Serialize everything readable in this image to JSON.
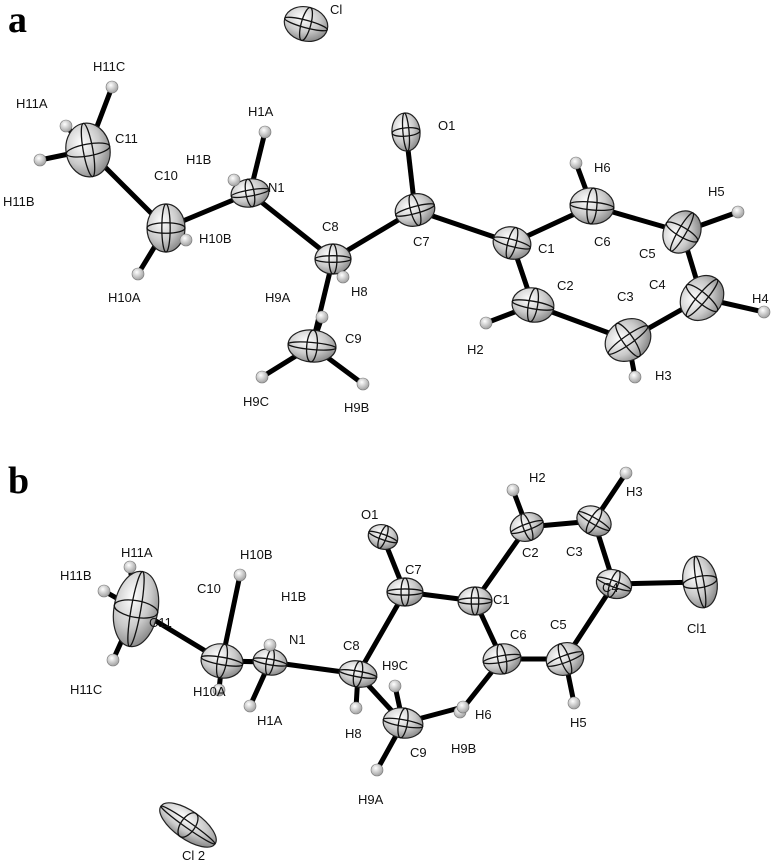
{
  "panels": [
    {
      "label": "a",
      "atoms": [
        {
          "id": "Cl",
          "type": "heavy"
        },
        {
          "id": "O1",
          "type": "heavy"
        },
        {
          "id": "C7",
          "type": "heavy"
        },
        {
          "id": "C1",
          "type": "heavy"
        },
        {
          "id": "C2",
          "type": "heavy"
        },
        {
          "id": "C3",
          "type": "heavy"
        },
        {
          "id": "C4",
          "type": "heavy"
        },
        {
          "id": "C5",
          "type": "heavy"
        },
        {
          "id": "C6",
          "type": "heavy"
        },
        {
          "id": "C8",
          "type": "heavy"
        },
        {
          "id": "C9",
          "type": "heavy"
        },
        {
          "id": "N1",
          "type": "heavy"
        },
        {
          "id": "C10",
          "type": "heavy"
        },
        {
          "id": "C11",
          "type": "heavy"
        },
        {
          "id": "H1A",
          "type": "h"
        },
        {
          "id": "H1B",
          "type": "h"
        },
        {
          "id": "H2",
          "type": "h"
        },
        {
          "id": "H3",
          "type": "h"
        },
        {
          "id": "H4",
          "type": "h"
        },
        {
          "id": "H5",
          "type": "h"
        },
        {
          "id": "H6",
          "type": "h"
        },
        {
          "id": "H8",
          "type": "h"
        },
        {
          "id": "H9A",
          "type": "h"
        },
        {
          "id": "H9B",
          "type": "h"
        },
        {
          "id": "H9C",
          "type": "h"
        },
        {
          "id": "H10A",
          "type": "h"
        },
        {
          "id": "H10B",
          "type": "h"
        },
        {
          "id": "H11A",
          "type": "h"
        },
        {
          "id": "H11B",
          "type": "h"
        },
        {
          "id": "H11C",
          "type": "h"
        }
      ],
      "bonds": [
        [
          "O1",
          "C7"
        ],
        [
          "C7",
          "C1"
        ],
        [
          "C7",
          "C8"
        ],
        [
          "C1",
          "C2"
        ],
        [
          "C2",
          "C3"
        ],
        [
          "C3",
          "C4"
        ],
        [
          "C4",
          "C5"
        ],
        [
          "C5",
          "C6"
        ],
        [
          "C6",
          "C1"
        ],
        [
          "C8",
          "N1"
        ],
        [
          "C8",
          "C9"
        ],
        [
          "N1",
          "C10"
        ],
        [
          "C10",
          "C11"
        ],
        [
          "C2",
          "H2"
        ],
        [
          "C3",
          "H3"
        ],
        [
          "C4",
          "H4"
        ],
        [
          "C5",
          "H5"
        ],
        [
          "C6",
          "H6"
        ],
        [
          "N1",
          "H1A"
        ],
        [
          "N1",
          "H1B"
        ],
        [
          "C9",
          "H9A"
        ],
        [
          "C9",
          "H9B"
        ],
        [
          "C9",
          "H9C"
        ],
        [
          "C10",
          "H10A"
        ],
        [
          "C10",
          "H10B"
        ],
        [
          "C11",
          "H11A"
        ],
        [
          "C11",
          "H11B"
        ],
        [
          "C11",
          "H11C"
        ]
      ]
    },
    {
      "label": "b",
      "atoms": [
        {
          "id": "Cl1",
          "type": "heavy"
        },
        {
          "id": "Cl 2",
          "type": "heavy"
        },
        {
          "id": "O1",
          "type": "heavy"
        },
        {
          "id": "C7",
          "type": "heavy"
        },
        {
          "id": "C1",
          "type": "heavy"
        },
        {
          "id": "C2",
          "type": "heavy"
        },
        {
          "id": "C3",
          "type": "heavy"
        },
        {
          "id": "C4",
          "type": "heavy"
        },
        {
          "id": "C5",
          "type": "heavy"
        },
        {
          "id": "C6",
          "type": "heavy"
        },
        {
          "id": "C8",
          "type": "heavy"
        },
        {
          "id": "C9",
          "type": "heavy"
        },
        {
          "id": "N1",
          "type": "heavy"
        },
        {
          "id": "C10",
          "type": "heavy"
        },
        {
          "id": "C11",
          "type": "heavy"
        },
        {
          "id": "H1A",
          "type": "h"
        },
        {
          "id": "H1B",
          "type": "h"
        },
        {
          "id": "H2",
          "type": "h"
        },
        {
          "id": "H3",
          "type": "h"
        },
        {
          "id": "H5",
          "type": "h"
        },
        {
          "id": "H6",
          "type": "h"
        },
        {
          "id": "H8",
          "type": "h"
        },
        {
          "id": "H9A",
          "type": "h"
        },
        {
          "id": "H9B",
          "type": "h"
        },
        {
          "id": "H9C",
          "type": "h"
        },
        {
          "id": "H10A",
          "type": "h"
        },
        {
          "id": "H10B",
          "type": "h"
        },
        {
          "id": "H11A",
          "type": "h"
        },
        {
          "id": "H11B",
          "type": "h"
        },
        {
          "id": "H11C",
          "type": "h"
        }
      ],
      "bonds": [
        [
          "O1",
          "C7"
        ],
        [
          "C7",
          "C1"
        ],
        [
          "C7",
          "C8"
        ],
        [
          "C1",
          "C2"
        ],
        [
          "C2",
          "C3"
        ],
        [
          "C3",
          "C4"
        ],
        [
          "C4",
          "C5"
        ],
        [
          "C5",
          "C6"
        ],
        [
          "C6",
          "C1"
        ],
        [
          "C4",
          "Cl1"
        ],
        [
          "C8",
          "N1"
        ],
        [
          "C8",
          "C9"
        ],
        [
          "N1",
          "C10"
        ],
        [
          "C10",
          "C11"
        ],
        [
          "C2",
          "H2"
        ],
        [
          "C3",
          "H3"
        ],
        [
          "C5",
          "H5"
        ],
        [
          "C6",
          "H6"
        ],
        [
          "N1",
          "H1A"
        ],
        [
          "N1",
          "H1B"
        ],
        [
          "C8",
          "H8"
        ],
        [
          "C9",
          "H9A"
        ],
        [
          "C9",
          "H9B"
        ],
        [
          "C9",
          "H9C"
        ],
        [
          "C10",
          "H10A"
        ],
        [
          "C10",
          "H10B"
        ],
        [
          "C11",
          "H11A"
        ],
        [
          "C11",
          "H11B"
        ],
        [
          "C11",
          "H11C"
        ]
      ]
    }
  ]
}
